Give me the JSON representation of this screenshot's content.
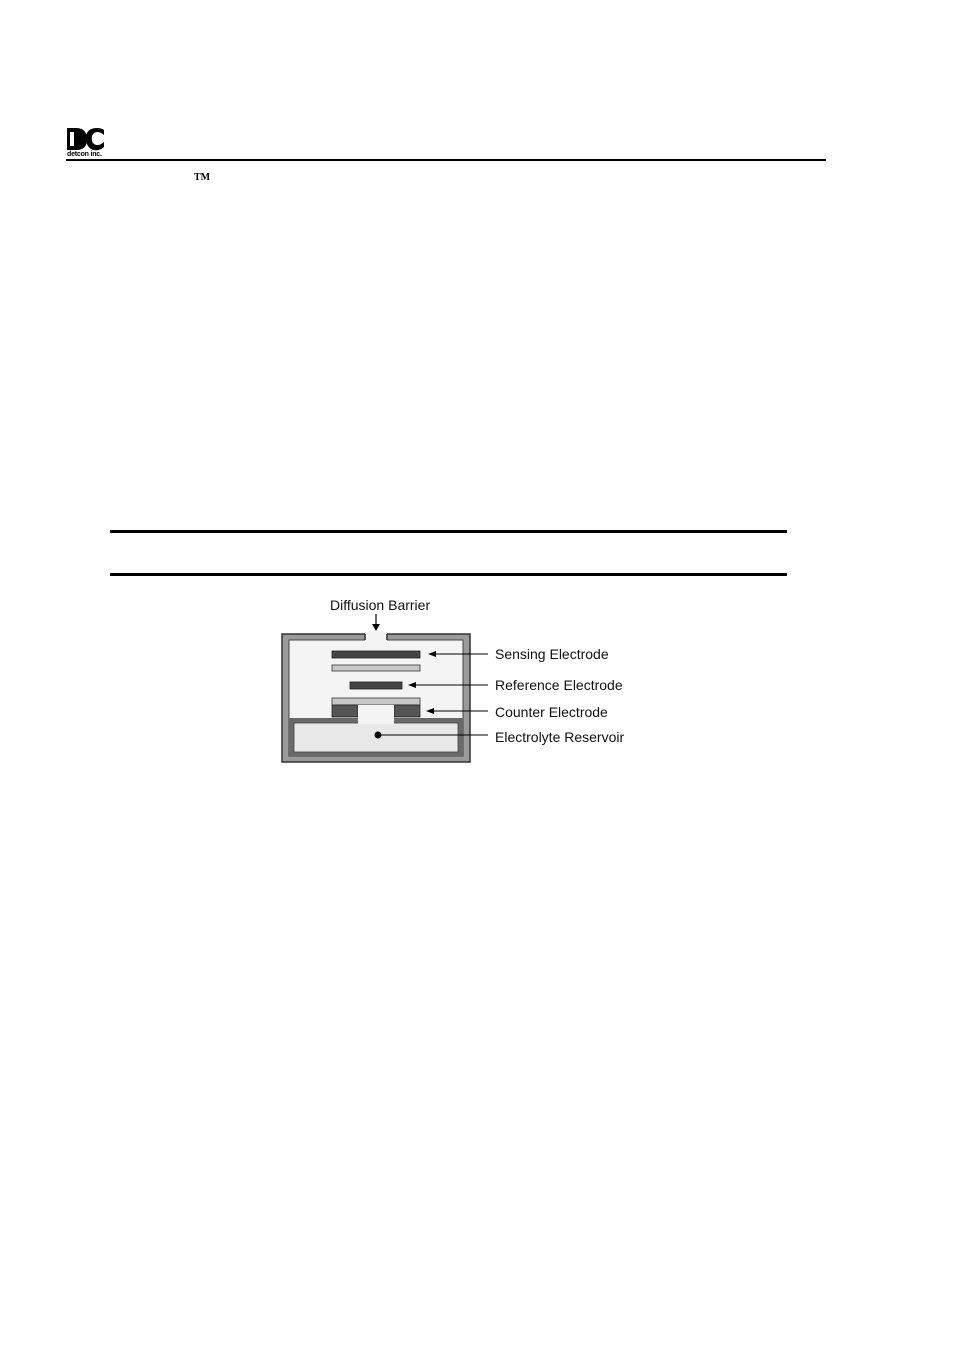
{
  "header": {
    "logo_text": "detcon inc.",
    "trademark": "TM"
  },
  "diagram": {
    "top_label": "Diffusion Barrier",
    "labels": [
      "Sensing Electrode",
      "Reference Electrode",
      "Counter Electrode",
      "Electrolyte Reservoir"
    ]
  }
}
